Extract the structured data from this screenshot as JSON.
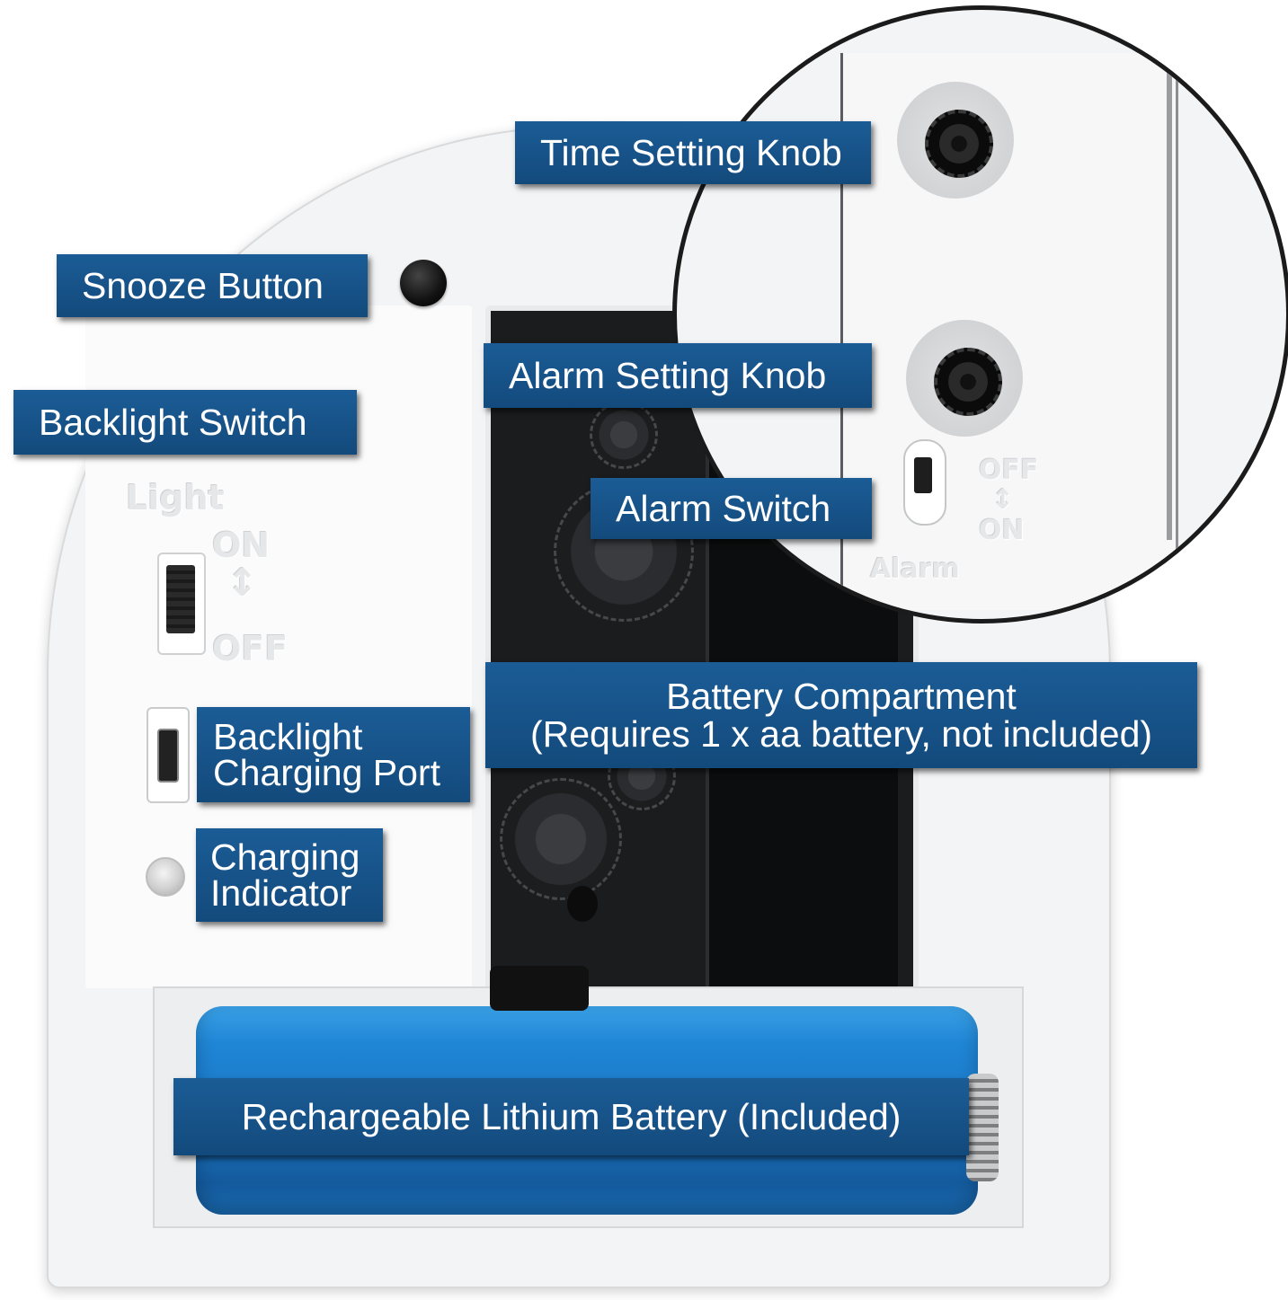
{
  "labels": {
    "time_setting_knob": "Time Setting Knob",
    "snooze_button": "Snooze Button",
    "alarm_setting_knob": "Alarm Setting Knob",
    "backlight_switch": "Backlight Switch",
    "alarm_switch": "Alarm Switch",
    "battery_compartment": {
      "line1": "Battery Compartment",
      "line2": "(Requires 1 x aa battery, not included)"
    },
    "backlight_charging_port": {
      "line1": "Backlight",
      "line2": "Charging Port"
    },
    "charging_indicator": {
      "line1": "Charging",
      "line2": "Indicator"
    },
    "rechargeable_battery": "Rechargeable Lithium Battery (Included)"
  },
  "embossed_text": {
    "light": "Light",
    "on": "ON",
    "off": "OFF",
    "zoom_off": "OFF",
    "zoom_on": "ON",
    "alarm": "Alarm"
  },
  "colors": {
    "callout_blue": "#134a7c",
    "battery_blue": "#1b74c2",
    "clock_white": "#f3f4f5",
    "movement_black": "#1b1c1e"
  }
}
